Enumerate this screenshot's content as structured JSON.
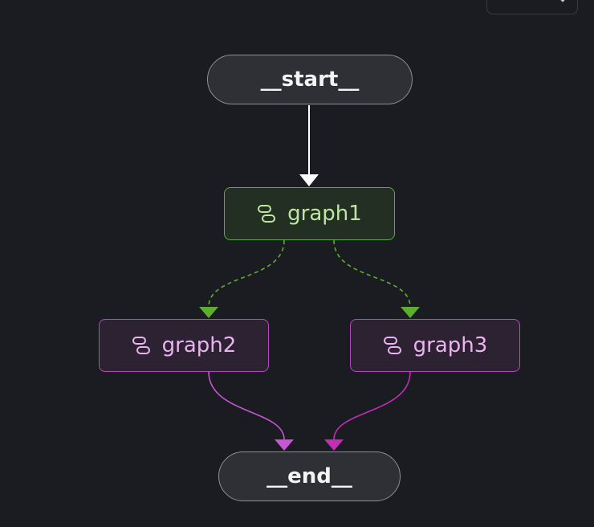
{
  "nodes": {
    "start": {
      "label": "__start__"
    },
    "graph1": {
      "label": "graph1",
      "icon": "subgraph-icon"
    },
    "graph2": {
      "label": "graph2",
      "icon": "subgraph-icon"
    },
    "graph3": {
      "label": "graph3",
      "icon": "subgraph-icon"
    },
    "end": {
      "label": "__end__"
    }
  },
  "edges": [
    {
      "from": "__start__",
      "to": "graph1",
      "style": "solid"
    },
    {
      "from": "graph1",
      "to": "graph2",
      "style": "dashed"
    },
    {
      "from": "graph1",
      "to": "graph3",
      "style": "dashed"
    },
    {
      "from": "graph2",
      "to": "__end__",
      "style": "solid"
    },
    {
      "from": "graph3",
      "to": "__end__",
      "style": "solid"
    }
  ],
  "colors": {
    "background": "#1b1c21",
    "terminal_node": "#2e3036",
    "graph1_border": "#5dae2e",
    "graph1_text": "#bfe6a1",
    "graph23_border": "#b64bc1",
    "graph23_text": "#ecb3f2",
    "edge_start": "#ffffff",
    "edge_dashed": "#5dae2e",
    "edge_end_left": "#c854d6",
    "edge_end_right": "#c22fb4"
  }
}
